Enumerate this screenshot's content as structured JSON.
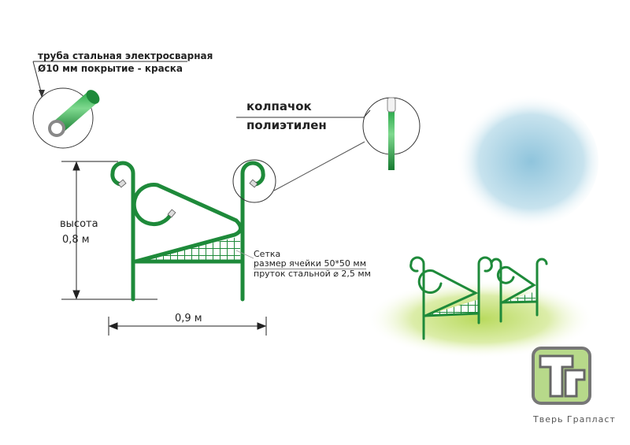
{
  "labels": {
    "pipe_line1": "труба стальная электросварная",
    "pipe_line2": "Ø10 мм покрытие - краска",
    "cap_line1": "колпачок",
    "cap_line2": "полиэтилен",
    "height_label": "высота",
    "height_value": "0,8 м",
    "width_value": "0,9 м",
    "mesh_line1": "Сетка",
    "mesh_line2": "размер ячейки 50*50 мм",
    "mesh_line3": "пруток стальной  ⌀ 2,5 мм"
  },
  "logo": {
    "letters": "ТГ",
    "company": "Тверь Грапласт"
  },
  "colors": {
    "fence": "#1e8a3a",
    "logo_fill": "#b7d98a",
    "sky": "#9fcde0",
    "grass": "#c6e07a"
  }
}
